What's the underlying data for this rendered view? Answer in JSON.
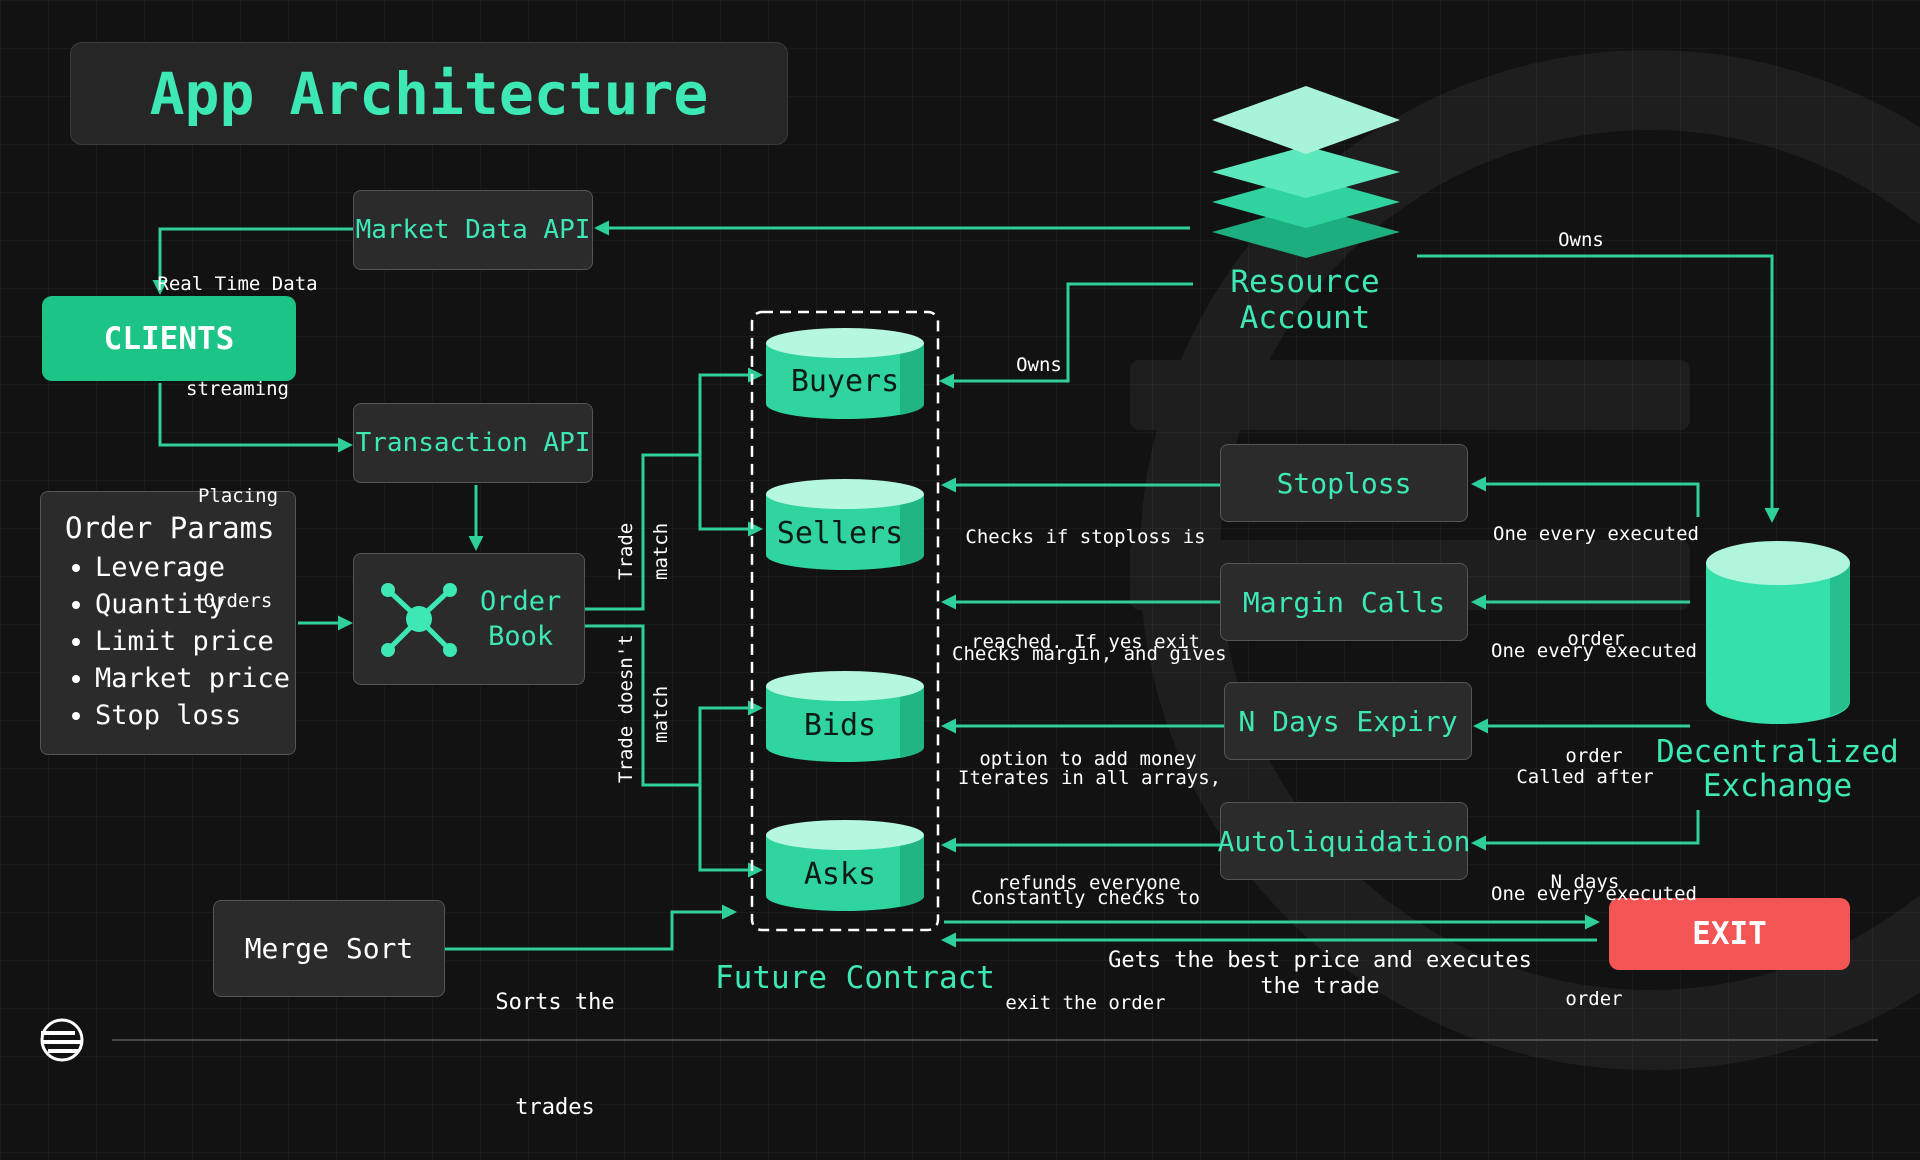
{
  "title": "App Architecture",
  "nodes": {
    "market_data_api": "Market Data API",
    "transaction_api": "Transaction API",
    "clients": "CLIENTS",
    "order_params": {
      "heading": "Order Params",
      "items": [
        "Leverage",
        "Quantity",
        "Limit price",
        "Market price",
        "Stop loss"
      ]
    },
    "order_book_line1": "Order",
    "order_book_line2": "Book",
    "merge_sort": "Merge Sort",
    "resource_account_line1": "Resource",
    "resource_account_line2": "Account",
    "dex_line1": "Decentralized",
    "dex_line2": "Exchange",
    "future_contract": "Future Contract",
    "buyers": "Buyers",
    "sellers": "Sellers",
    "bids": "Bids",
    "asks": "Asks",
    "stoploss": "Stoploss",
    "margin_calls": "Margin Calls",
    "n_days_expiry": "N Days Expiry",
    "autoliquidation": "Autoliquidation",
    "exit": "EXIT"
  },
  "edges": {
    "realtime_line1": "Real Time Data",
    "realtime_line2": "streaming",
    "placing_line1": "Placing",
    "placing_line2": "Orders",
    "owns_top": "Owns",
    "owns_buyers": "Owns",
    "trade_match_1": "Trade",
    "trade_match_2": "match",
    "trade_nomatch_1": "Trade doesn't",
    "trade_nomatch_2": "match",
    "sorts_line1": "Sorts the",
    "sorts_line2": "trades",
    "stoploss_left_1": "Checks if stoploss is",
    "stoploss_left_2": "reached. If yes exit",
    "margin_left_1": "Checks margin, and gives",
    "margin_left_2": "option to add money",
    "expiry_left_1": "Iterates in all arrays,",
    "expiry_left_2": "refunds everyone",
    "auto_left_1": "Constantly checks to",
    "auto_left_2": "exit the order",
    "stoploss_right_1": "One every executed",
    "stoploss_right_2": "order",
    "margin_right_1": "One every executed",
    "margin_right_2": "order",
    "expiry_right_1": "Called after",
    "expiry_right_2": "N days",
    "auto_right_1": "One every executed",
    "auto_right_2": "order",
    "exit_caption_1": "Gets the best price and executes",
    "exit_caption_2": "the trade"
  },
  "colors": {
    "accent": "#3de8b4",
    "clients_fill": "#1cc486",
    "exit_fill": "#f35454",
    "background": "#121212",
    "box_fill": "#2b2b2b"
  },
  "icons": {
    "order_book": "network-nodes-icon",
    "resource_account": "stacked-layers-icon",
    "logo": "aptos-logo-icon"
  }
}
